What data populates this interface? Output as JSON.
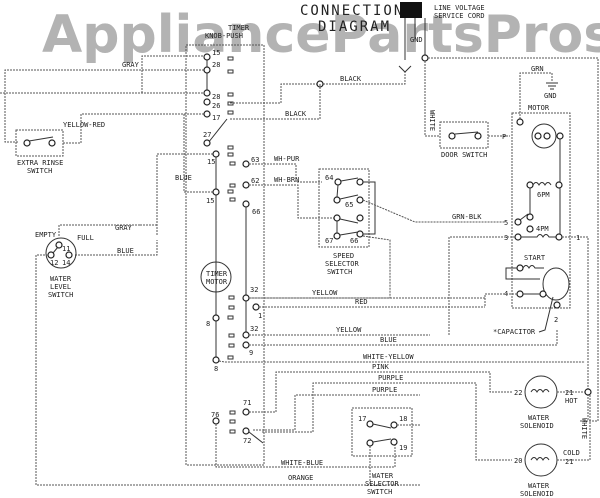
{
  "watermark": "AppliancePartsPros.com",
  "header": {
    "title_line1": "CONNECTION",
    "title_line2": "DIAGRAM",
    "cord_line1": "LINE VOLTAGE",
    "cord_line2": "SERVICE CORD",
    "gnd": "GND"
  },
  "components": {
    "timer_line1": "TIMER",
    "timer_line2": "KNOB-PUSH",
    "timer_motor_line1": "TIMER",
    "timer_motor_line2": "MOTOR",
    "extra_rinse_line1": "EXTRA RINSE",
    "extra_rinse_line2": "SWITCH",
    "water_level_line1": "WATER",
    "water_level_line2": "LEVEL",
    "water_level_line3": "SWITCH",
    "empty": "EMPTY",
    "full": "FULL",
    "speed_line1": "SPEED",
    "speed_line2": "SELECTOR",
    "speed_line3": "SWITCH",
    "door_switch": "DOOR SWITCH",
    "motor": "MOTOR",
    "grn": "GRN",
    "gnd": "GND",
    "six_pole": "6PM",
    "four_pole": "4PM",
    "start": "START",
    "capacitor": "*CAPACITOR",
    "water_selector_line1": "WATER",
    "water_selector_line2": "SELECTOR",
    "water_selector_line3": "SWITCH",
    "solenoid_line1": "WATER",
    "solenoid_line2": "SOLENOID",
    "hot": "HOT",
    "cold": "COLD"
  },
  "wires": {
    "gray_top": "GRAY",
    "yellow_red": "YELLOW-RED",
    "black_upper": "BLACK",
    "black_lower": "BLACK",
    "blue_left": "BLUE",
    "wh_pur": "WH-PUR",
    "wh_brn": "WH-BRN",
    "gray_mid": "GRAY",
    "blue_mid": "BLUE",
    "grn_blk": "GRN-BLK",
    "white_top": "WHITE",
    "yellow1": "YELLOW",
    "red": "RED",
    "yellow2": "YELLOW",
    "blue_low": "BLUE",
    "white_yellow": "WHITE-YELLOW",
    "pink": "PINK",
    "purple1": "PURPLE",
    "purple2": "PURPLE",
    "white_blue": "WHITE-BLUE",
    "orange": "ORANGE",
    "white_right": "WHITE"
  },
  "terminals": {
    "t15a": "15",
    "t28a": "28",
    "t28b": "28",
    "t26": "26",
    "t17": "17",
    "t27": "27",
    "t15b": "15",
    "t15c": "15",
    "t63": "63",
    "t62": "62",
    "t66": "66",
    "t32a": "32",
    "t1": "1",
    "t8a": "8",
    "t32b": "32",
    "t9": "9",
    "t8b": "8",
    "t71": "71",
    "t76": "76",
    "t72": "72",
    "s64": "64",
    "s65": "65",
    "s67": "67",
    "s66": "66",
    "m_p": "P",
    "m_5": "5",
    "m_3": "3",
    "m_1": "1",
    "m_4": "4",
    "m_2": "2",
    "wl_11": "11",
    "wl_12": "12",
    "wl_14": "14",
    "ws_17": "17",
    "ws_18": "18",
    "ws_19": "19",
    "sol_22": "22",
    "sol_21a": "21",
    "sol_20": "20",
    "sol_21b": "21"
  }
}
